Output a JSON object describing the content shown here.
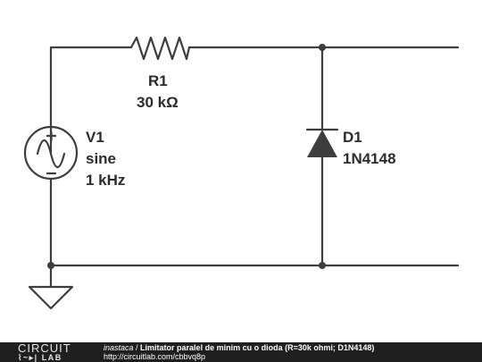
{
  "components": {
    "resistor": {
      "designator": "R1",
      "value": "30 kΩ"
    },
    "source": {
      "designator": "V1",
      "type": "sine",
      "frequency": "1 kHz"
    },
    "diode": {
      "designator": "D1",
      "part": "1N4148"
    }
  },
  "footer": {
    "logo_top": "CIRCUIT",
    "logo_bottom": "LAB",
    "user": "inastaca",
    "separator": " / ",
    "title": "Limitator paralel de minim cu o dioda (R=30k ohmi; D1N4148)",
    "url": "http://circuitlab.com/cbbvq8p"
  },
  "colors": {
    "wire": "#3d3d3d",
    "footer_bg": "#1f1f1f",
    "footer_text": "#ffffff"
  }
}
